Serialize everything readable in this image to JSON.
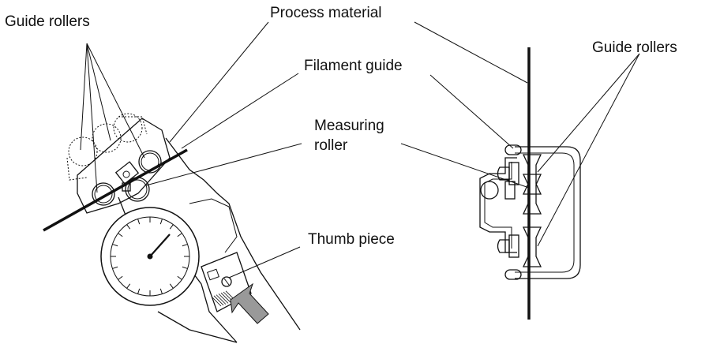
{
  "labels": {
    "guide_rollers_left": "Guide rollers",
    "process_material": "Process material",
    "filament_guide": "Filament guide",
    "measuring_roller_line1": "Measuring",
    "measuring_roller_line2": "roller",
    "thumb_piece": "Thumb piece",
    "guide_rollers_right": "Guide rollers"
  },
  "colors": {
    "line": "#111111",
    "arrow_fill": "#999999",
    "background": "#ffffff"
  }
}
